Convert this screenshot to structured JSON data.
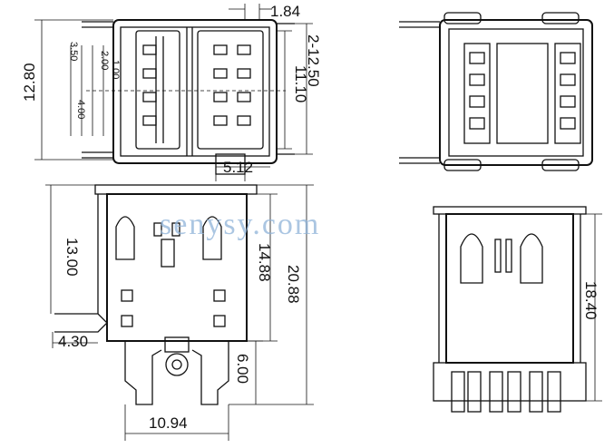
{
  "watermark": "senysy.com",
  "dimensions": {
    "top_gap": "1.84",
    "total_height": "12.80",
    "pitch_1": "1.00",
    "pitch_2": "2.00",
    "pitch_3": "3.50",
    "pitch_4": "4.00",
    "body_height": "11.10",
    "peg_span": "2-12.50",
    "peg_width": "5.12",
    "front_height": "13.00",
    "port_height": "14.88",
    "overall_height": "20.88",
    "tab_offset": "4.30",
    "leg_length": "6.00",
    "leg_span": "10.94",
    "side_height": "18.40"
  }
}
